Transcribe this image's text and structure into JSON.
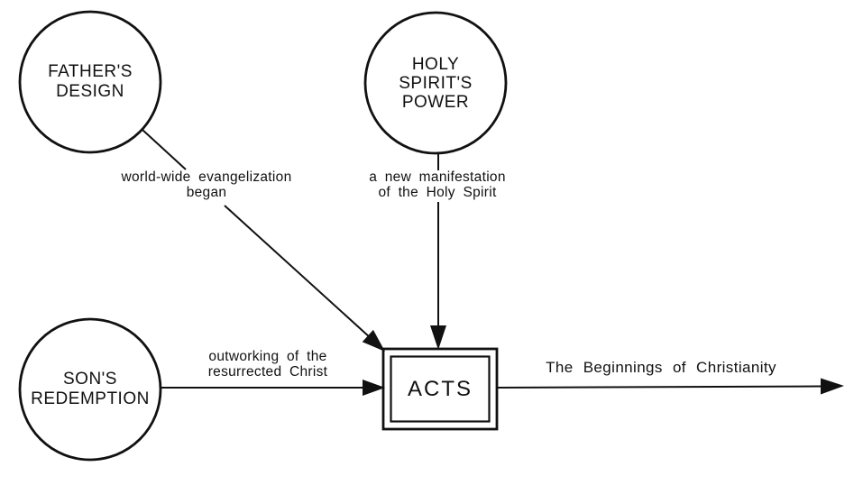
{
  "nodes": {
    "fathers_design": {
      "line1": "FATHER'S",
      "line2": "DESIGN"
    },
    "holy_spirits_power": {
      "line1": "HOLY",
      "line2": "SPIRIT'S",
      "line3": "POWER"
    },
    "sons_redemption": {
      "line1": "SON'S",
      "line2": "REDEMPTION"
    },
    "acts": {
      "label": "ACTS"
    }
  },
  "edge_labels": {
    "evangelization": {
      "line1": "world-wide evangelization",
      "line2": "began"
    },
    "manifestation": {
      "line1": "a new manifestation",
      "line2": "of the Holy Spirit"
    },
    "outworking": {
      "line1": "outworking of the",
      "line2": "resurrected Christ"
    },
    "beginnings": {
      "label": "The Beginnings of Christianity"
    }
  },
  "colors": {
    "ink": "#111111",
    "background": "#ffffff"
  }
}
